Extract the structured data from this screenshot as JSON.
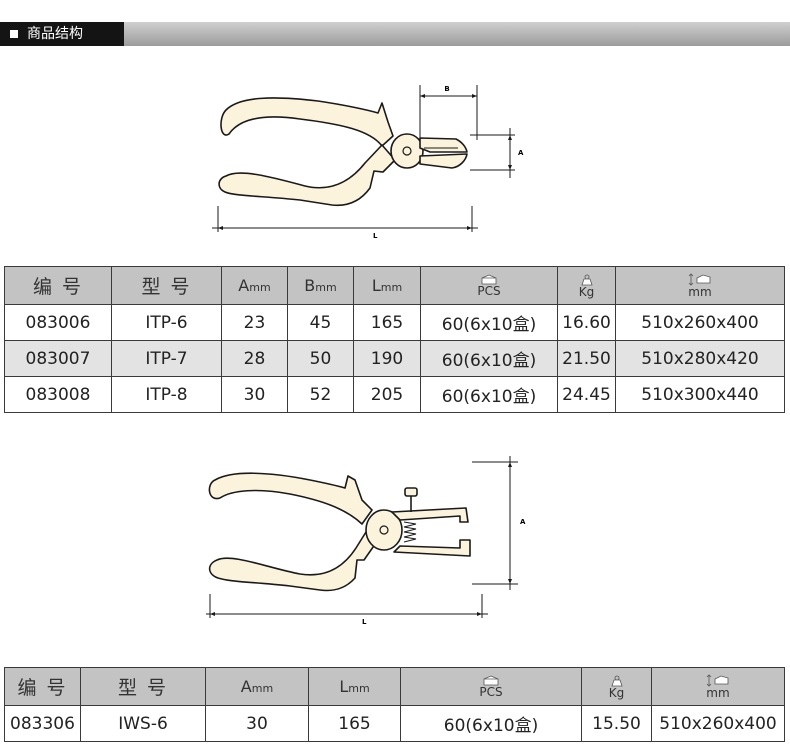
{
  "section": {
    "title": "商品结构"
  },
  "table1": {
    "headers": {
      "code": "编 号",
      "model": "型 号",
      "a": "A",
      "b": "B",
      "l": "L",
      "unit": "mm",
      "pcs": "PCS",
      "kg": "Kg",
      "mm": "mm"
    },
    "rows": [
      {
        "code": "083006",
        "model": "ITP-6",
        "a": "23",
        "b": "45",
        "l": "165",
        "pack": "60(6x10盒)",
        "kg": "16.60",
        "size": "510x260x400"
      },
      {
        "code": "083007",
        "model": "ITP-7",
        "a": "28",
        "b": "50",
        "l": "190",
        "pack": "60(6x10盒)",
        "kg": "21.50",
        "size": "510x280x420"
      },
      {
        "code": "083008",
        "model": "ITP-8",
        "a": "30",
        "b": "52",
        "l": "205",
        "pack": "60(6x10盒)",
        "kg": "24.45",
        "size": "510x300x440"
      }
    ]
  },
  "drawing1": {
    "label_b": "B",
    "label_a": "A",
    "label_l": "L"
  },
  "drawing2": {
    "label_a": "A",
    "label_l": "L"
  },
  "table2": {
    "headers": {
      "code": "编 号",
      "model": "型 号",
      "a": "A",
      "l": "L",
      "unit": "mm",
      "pcs": "PCS",
      "kg": "Kg",
      "mm": "mm"
    },
    "rows": [
      {
        "code": "083306",
        "model": "IWS-6",
        "a": "30",
        "l": "165",
        "pack": "60(6x10盒)",
        "kg": "15.50",
        "size": "510x260x400"
      }
    ]
  },
  "colors": {
    "handle_fill": "#fbf3dc",
    "line": "#1a1a1a",
    "header_bg": "#c3c3c3",
    "shade_row": "#e3e3e3"
  }
}
